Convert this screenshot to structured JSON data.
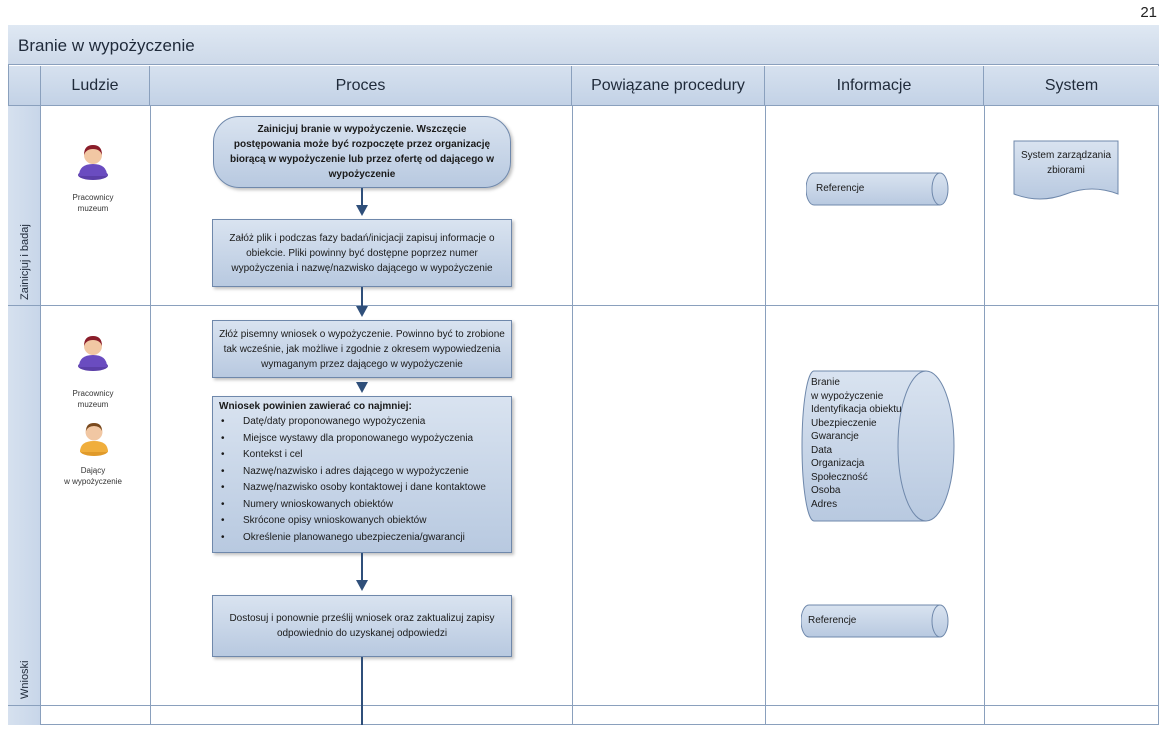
{
  "page_number": "21",
  "title": "Branie w wypożyczenie",
  "columns": [
    "Ludzie",
    "Proces",
    "Powiązane procedury",
    "Informacje",
    "System"
  ],
  "lanes": [
    {
      "label": "Zainicjuj i badaj"
    },
    {
      "label": "Wnioski"
    }
  ],
  "people": {
    "lane1_staff": [
      "Pracownicy",
      "muzeum"
    ],
    "lane2_staff": [
      "Pracownicy",
      "muzeum"
    ],
    "lane2_lender": [
      "Dający",
      "w wypożyczenie"
    ]
  },
  "process": {
    "start": "Zainicjuj branie w wypożyczenie. Wszczęcie postępowania może być rozpoczęte przez organizację biorącą w wypożyczenie lub przez ofertę od dającego w wypożyczenie",
    "step1": "Załóż plik i podczas fazy badań/inicjacji zapisuj informacje o obiekcie. Pliki powinny być dostępne poprzez numer wypożyczenia i nazwę/nazwisko dającego w wypożyczenie",
    "step2": "Złóż pisemny wniosek o wypożyczenie. Powinno być to zrobione tak wcześnie, jak możliwe i zgodnie z okresem wypowiedzenia wymaganym przez dającego w wypożyczenie",
    "list_title": "Wniosek powinien zawierać co najmniej:",
    "list_items": [
      "Datę/daty proponowanego wypożyczenia",
      "Miejsce wystawy dla proponowanego wypożyczenia",
      "Kontekst i cel",
      "Nazwę/nazwisko i adres dającego w wypożyczenie",
      "Nazwę/nazwisko osoby kontaktowej i dane kontaktowe",
      "Numery wnioskowanych obiektów",
      "Skrócone opisy wnioskowanych obiektów",
      "Określenie planowanego ubezpieczenia/gwarancji"
    ],
    "step3": "Dostosuj i ponownie prześlij wniosek oraz zaktualizuj zapisy odpowiednio do uzyskanej odpowiedzi"
  },
  "information": {
    "ref1": "Referencje",
    "list": [
      "Branie",
      "w wypożyczenie",
      "Identyfikacja obiektu",
      "Ubezpieczenie",
      "Gwarancje",
      "Data",
      "Organizacja",
      "Społeczność",
      "Osoba",
      "Adres"
    ],
    "ref2": "Referencje"
  },
  "system": {
    "doc": "System zarządzania zbiorami"
  }
}
